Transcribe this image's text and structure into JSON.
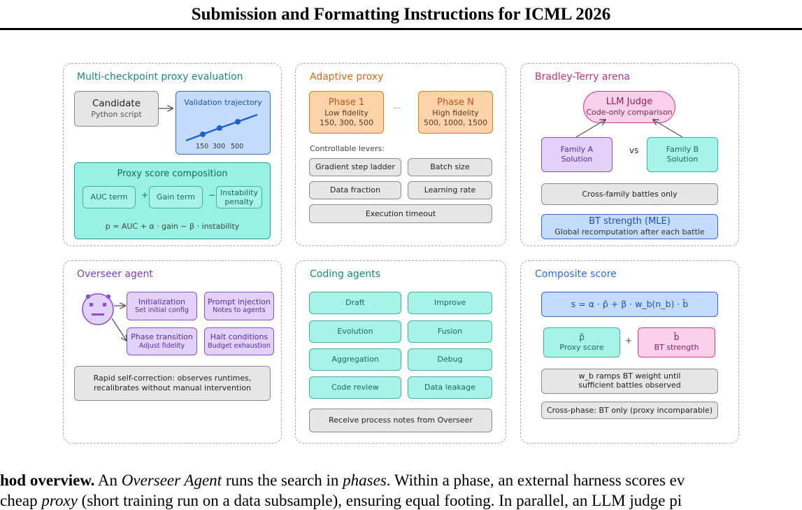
{
  "header": {
    "title": "Submission and Formatting Instructions for ICML 2026"
  },
  "colors": {
    "green_title": "#1a8a6e",
    "orange_title": "#d86a1c",
    "pink_title": "#c2307f",
    "purple_title": "#7a3cc8",
    "blue_title": "#2f6bd4"
  },
  "panel1": {
    "title": "Multi-checkpoint proxy evaluation",
    "candidate": {
      "title": "Candidate",
      "sub": "Python script"
    },
    "trajectory": {
      "title": "Validation trajectory",
      "ticks": [
        "150",
        "300",
        "500"
      ]
    },
    "proxy": {
      "title": "Proxy score composition",
      "auc": "AUC term",
      "plus": "+",
      "gain": "Gain term",
      "minus": "−",
      "instability": [
        "Instability",
        "penalty"
      ],
      "formula": "p = AUC + α · gain − β · instability"
    }
  },
  "panel2": {
    "title": "Adaptive proxy",
    "phase1": {
      "title": "Phase 1",
      "line1": "Low fidelity",
      "line2": "150, 300, 500"
    },
    "ellipsis": "···",
    "phaseN": {
      "title": "Phase N",
      "line1": "High fidelity",
      "line2": "500, 1000, 1500"
    },
    "levers_label": "Controllable levers:",
    "levers": [
      "Gradient step ladder",
      "Batch size",
      "Data fraction",
      "Learning rate",
      "Execution timeout"
    ]
  },
  "panel3": {
    "title": "Bradley-Terry arena",
    "judge": {
      "title": "LLM Judge",
      "sub": "Code-only comparison"
    },
    "familyA": {
      "title": "Family A",
      "sub": "Solution"
    },
    "vs": "vs",
    "familyB": {
      "title": "Family B",
      "sub": "Solution"
    },
    "battles": "Cross-family battles only",
    "bt": {
      "title": "BT strength (MLE)",
      "sub": "Global recomputation after each battle"
    }
  },
  "panel4": {
    "title": "Overseer agent",
    "robot_icon": "robot-icon",
    "init": {
      "title": "Initialization",
      "sub": "Set initial config"
    },
    "prompt": {
      "title": "Prompt injection",
      "sub": "Notes to agents"
    },
    "phase": {
      "title": "Phase transition",
      "sub": "Adjust fidelity"
    },
    "halt": {
      "title": "Halt conditions",
      "sub": "Budget exhaustion"
    },
    "note": [
      "Rapid self-correction: observes runtimes,",
      "recalibrates without manual intervention"
    ]
  },
  "panel5": {
    "title": "Coding agents",
    "agents": [
      "Draft",
      "Improve",
      "Evolution",
      "Fusion",
      "Aggregation",
      "Debug",
      "Code review",
      "Data leakage"
    ],
    "notes": "Receive process notes from Overseer"
  },
  "panel6": {
    "title": "Composite score",
    "formula": "s = α · p̃ + β · w_b(n_b) · b̃",
    "proxy": {
      "symbol": "p̃",
      "label": "Proxy score"
    },
    "plus": "+",
    "bt": {
      "symbol": "b̃",
      "label": "BT strength"
    },
    "ramp": [
      "w_b ramps BT weight until",
      "sufficient battles observed"
    ],
    "cross": "Cross-phase: BT only (proxy incomparable)"
  },
  "caption": {
    "line1": {
      "bold": "hod overview.",
      "t1": " An ",
      "i1": "Overseer Agent",
      "t2": " runs the search in ",
      "i2": "phases",
      "t3": ". Within a phase, an external harness scores ev"
    },
    "line2": {
      "t1": "cheap ",
      "i1": "proxy",
      "t2": " (short training run on a data subsample), ensuring equal footing. In parallel, an LLM judge pi"
    }
  }
}
